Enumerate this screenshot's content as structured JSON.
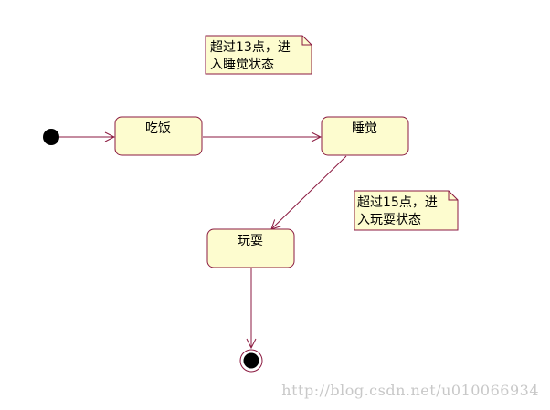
{
  "colors": {
    "state_fill": "#fdfccf",
    "state_stroke": "#8b1a40",
    "transition_stroke": "#8b1a40",
    "note_fill": "#fdfccf",
    "note_stroke": "#8b1a40",
    "node_fill": "#000000",
    "watermark": "#c8c8c8"
  },
  "states": {
    "eat": "吃饭",
    "sleep": "睡觉",
    "play": "玩耍"
  },
  "notes": {
    "sleep_note": [
      "超过13点，进",
      "入睡觉状态"
    ],
    "play_note": [
      "超过15点，进",
      "入玩耍状态"
    ]
  },
  "watermark": "http://blog.csdn.net/u010066934"
}
